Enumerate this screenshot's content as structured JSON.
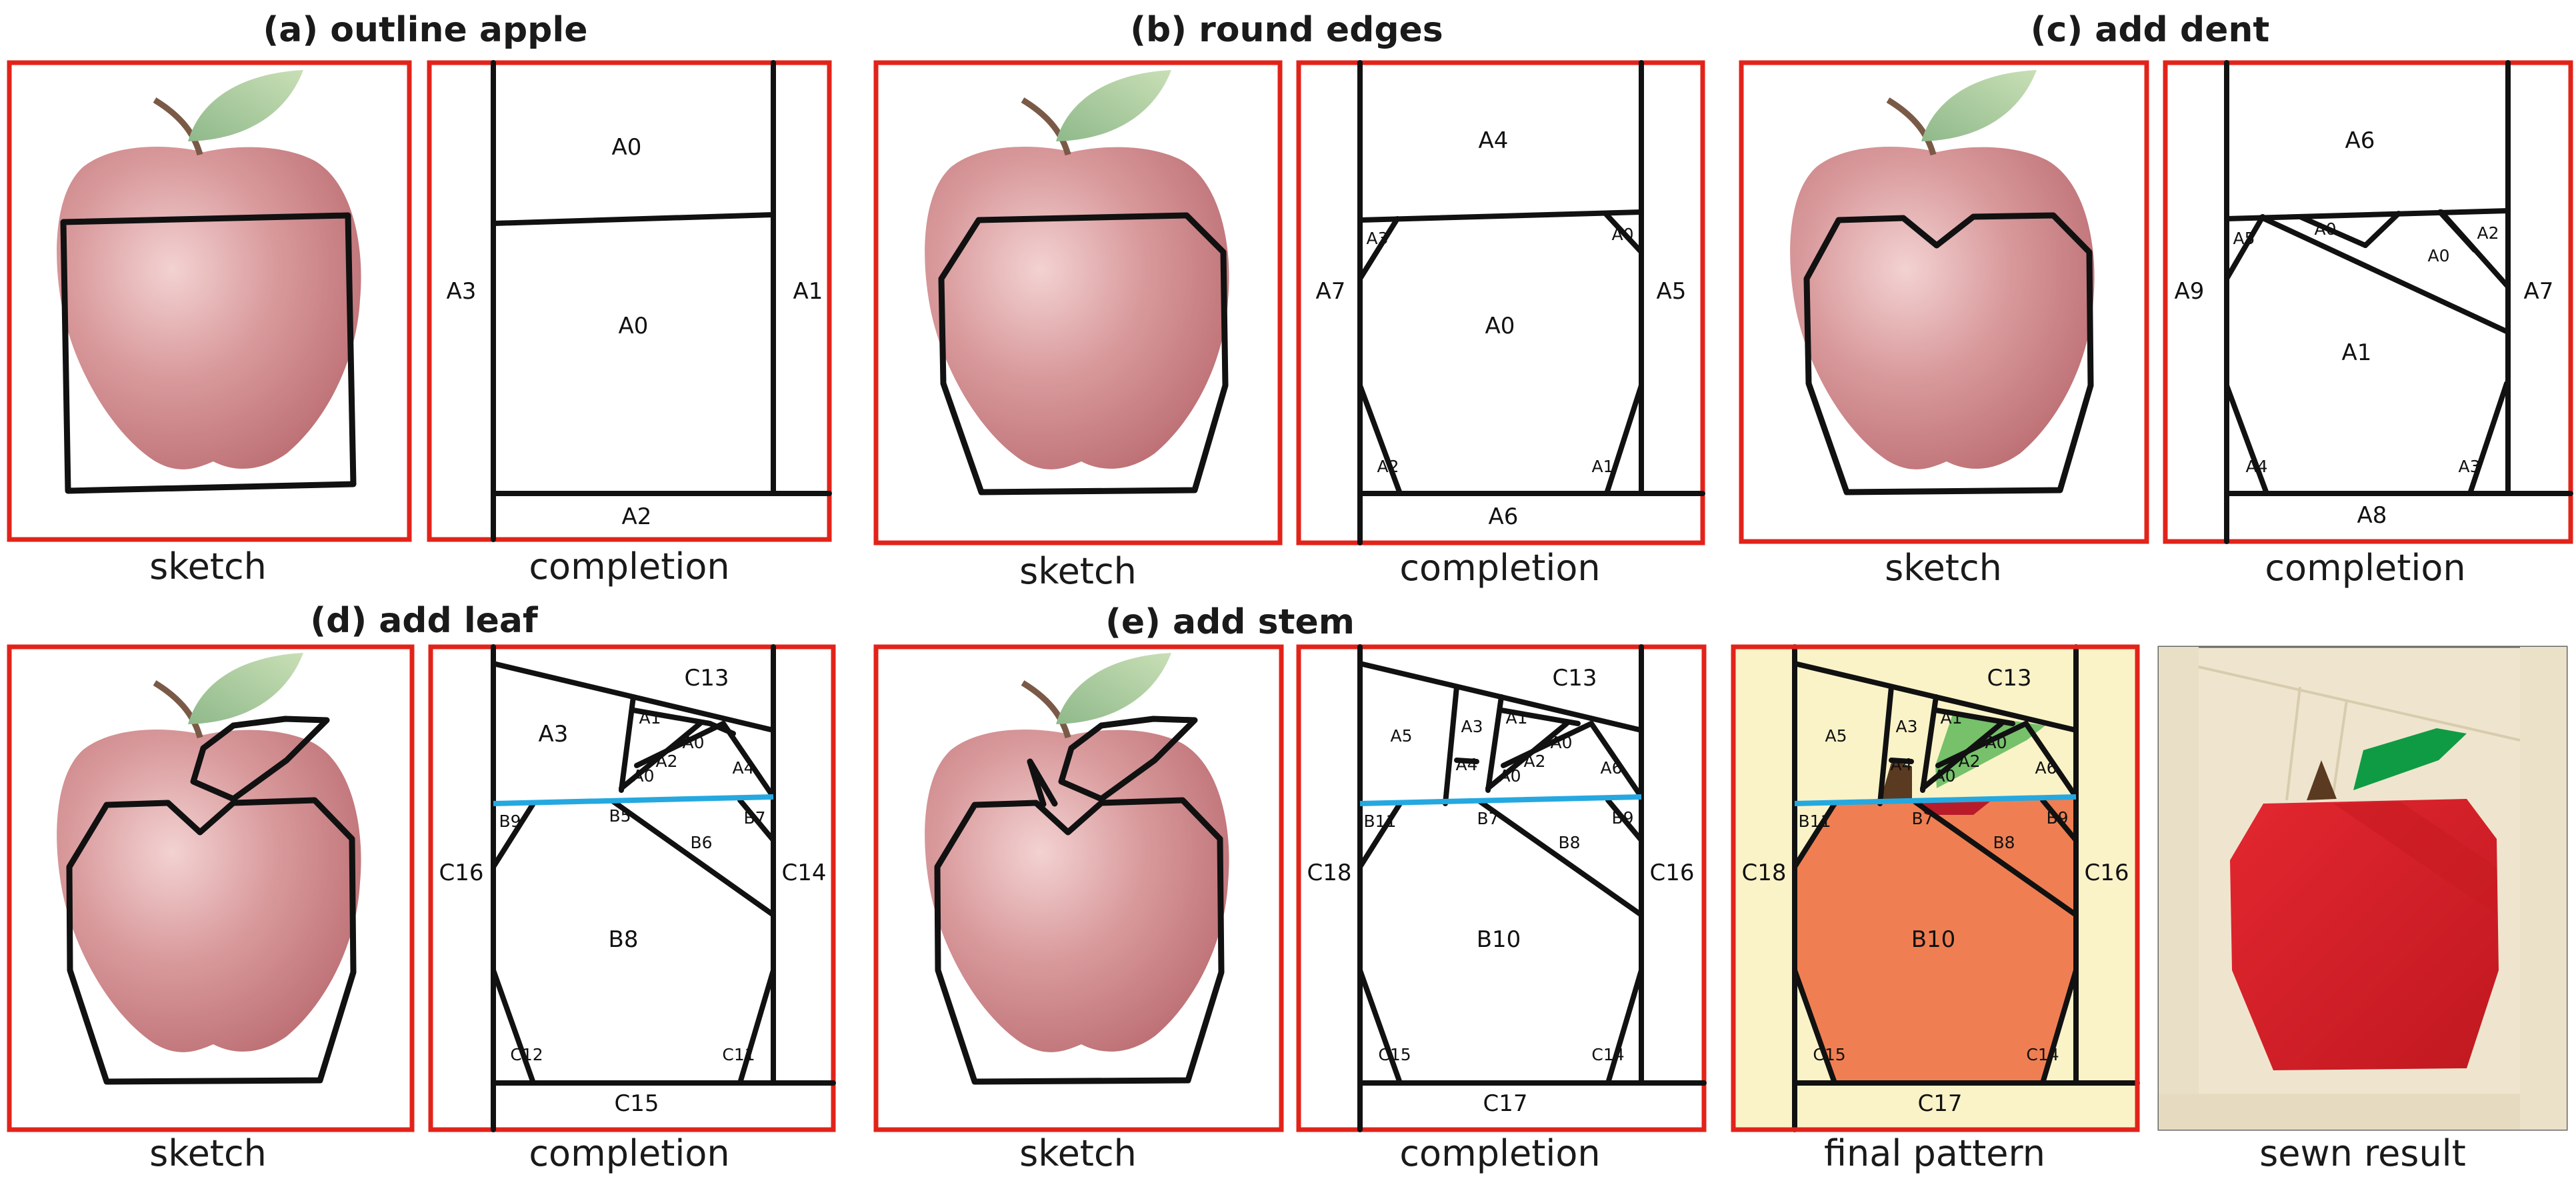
{
  "steps": [
    {
      "title": "(a) outline apple",
      "sketch_caption": "sketch",
      "completion_caption": "completion",
      "regions": [
        "A0",
        "A3",
        "A0",
        "A1",
        "A2"
      ]
    },
    {
      "title": "(b) round edges",
      "sketch_caption": "sketch",
      "completion_caption": "completion",
      "regions": [
        "A4",
        "A3",
        "A0",
        "A7",
        "A0",
        "A5",
        "A2",
        "A1",
        "A6"
      ]
    },
    {
      "title": "(c) add dent",
      "sketch_caption": "sketch",
      "completion_caption": "completion",
      "regions": [
        "A6",
        "A5",
        "A0",
        "A2",
        "A0",
        "A9",
        "A7",
        "A1",
        "A4",
        "A3",
        "A8"
      ]
    },
    {
      "title": "(d) add leaf",
      "sketch_caption": "sketch",
      "completion_caption": "completion",
      "regions": [
        "C13",
        "A3",
        "A1",
        "A0",
        "A2",
        "A0",
        "A4",
        "B9",
        "B5",
        "B7",
        "B6",
        "C16",
        "C14",
        "B8",
        "C12",
        "C11",
        "C15"
      ]
    },
    {
      "title": "(e) add stem",
      "sketch_caption": "sketch",
      "completion_caption": "completion",
      "regions": [
        "C13",
        "A5",
        "A3",
        "A1",
        "A0",
        "A4",
        "A2",
        "A0",
        "A6",
        "B11",
        "B7",
        "B9",
        "B8",
        "C18",
        "C16",
        "B10",
        "C15",
        "C14",
        "C17"
      ]
    }
  ],
  "final": {
    "caption": "final pattern",
    "regions": [
      "C13",
      "A5",
      "A3",
      "A1",
      "A0",
      "A4",
      "A2",
      "A0",
      "A6",
      "B11",
      "B7",
      "B9",
      "B8",
      "C18",
      "C16",
      "B10",
      "C15",
      "C14",
      "C17"
    ]
  },
  "sewn": {
    "caption": "sewn result"
  },
  "colors": {
    "frame": "#e2231a",
    "cut_line": "#25a8e0",
    "pattern_background": "#fbf3c8",
    "apple_orange": "#ef7f52",
    "apple_dark_red": "#b81c2a",
    "leaf_green": "#76c16a",
    "stem_brown": "#5a3a20",
    "fabric_red": "#d81e26",
    "fabric_green": "#0f9b43",
    "fabric_cream": "#efe5cf"
  },
  "icons": {
    "apple_photo": "apple-photo-icon",
    "leaf": "leaf-icon",
    "stem": "stem-icon"
  }
}
